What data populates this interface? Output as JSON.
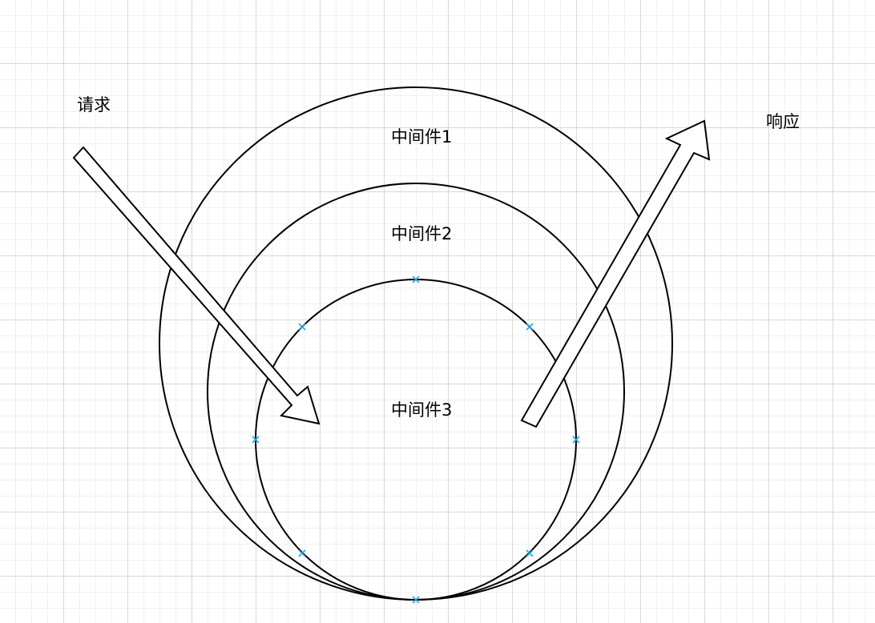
{
  "labels": {
    "request": "请求",
    "response": "响应",
    "middleware1": "中间件1",
    "middleware2": "中间件2",
    "middleware3": "中间件3"
  },
  "colors": {
    "stroke": "#000000",
    "selection_handle": "#29a3e6",
    "grid": "#d8d8d8",
    "background": "#ffffff"
  },
  "selection": {
    "selected_shape": "middleware-3-circle",
    "handle_icon": "cross-handle-icon"
  }
}
